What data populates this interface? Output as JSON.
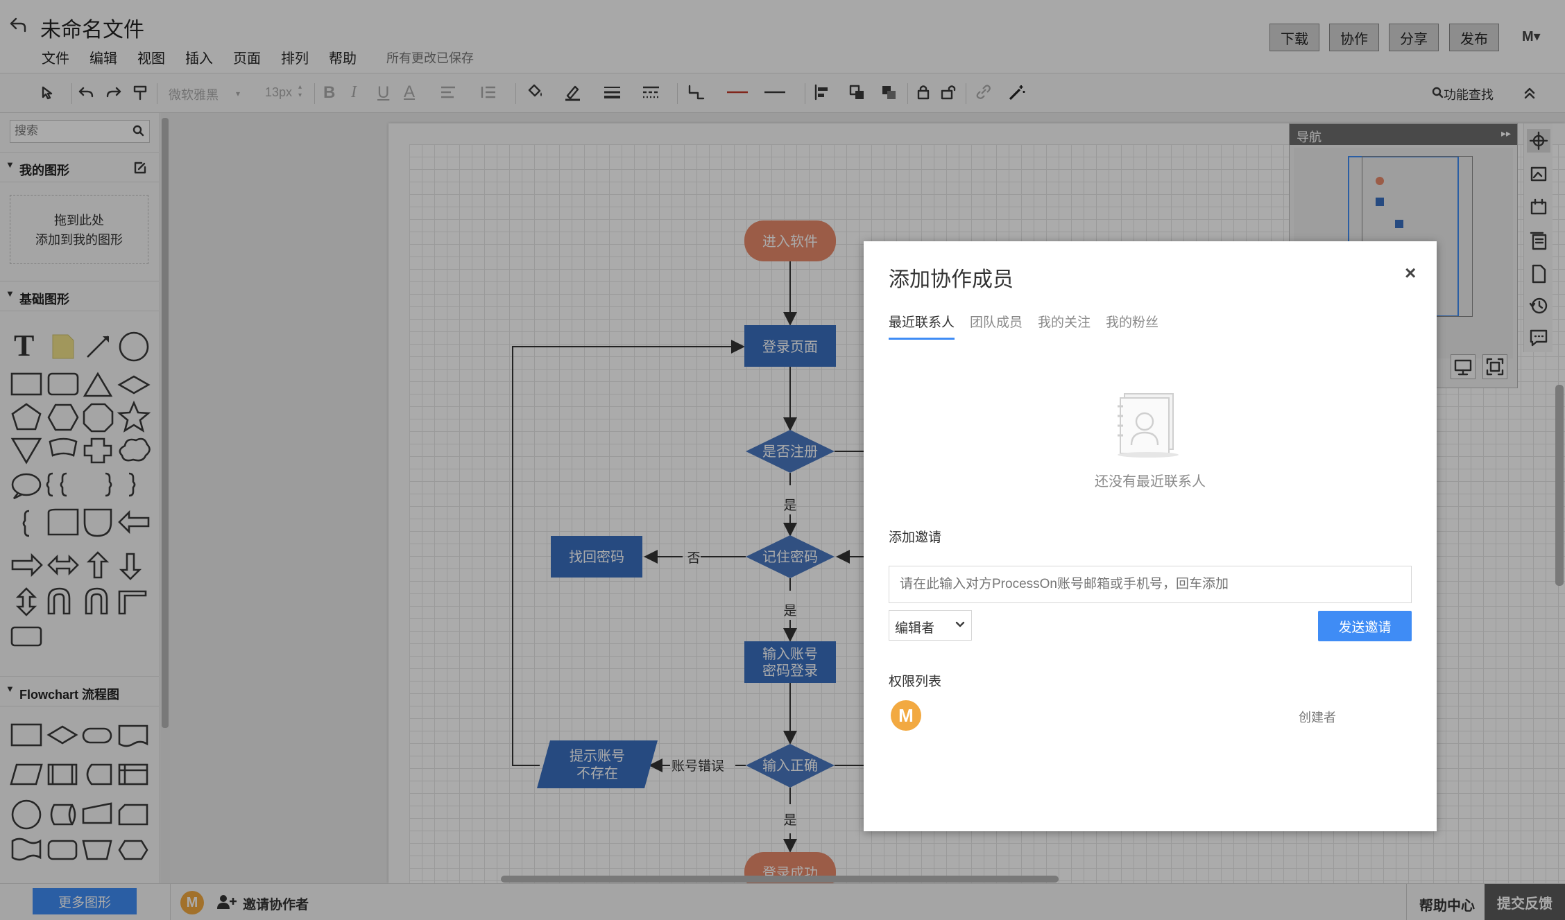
{
  "app": {
    "title": "未命名文件",
    "menu": [
      "文件",
      "编辑",
      "视图",
      "插入",
      "页面",
      "排列",
      "帮助"
    ],
    "save_status": "所有更改已保存",
    "buttons": {
      "download": "下载",
      "collaborate": "协作",
      "share": "分享",
      "publish": "发布"
    },
    "user_initial": "M▾"
  },
  "toolbar": {
    "font": "微软雅黑",
    "font_size": "13px",
    "search_label": "功能查找"
  },
  "sidebar": {
    "search_placeholder": "搜索",
    "my_shapes_title": "我的图形",
    "drop_hint_line1": "拖到此处",
    "drop_hint_line2": "添加到我的图形",
    "basic_title": "基础图形",
    "flowchart_title": "Flowchart 流程图",
    "more_shapes": "更多图形"
  },
  "navigator": {
    "title": "导航"
  },
  "diagram": {
    "nodes": {
      "enter": "进入软件",
      "login_page": "登录页面",
      "registered": "是否注册",
      "remember": "记住密码",
      "find_pwd": "找回密码",
      "input_l1": "输入账号",
      "input_l2": "密码登录",
      "correct": "输入正确",
      "notexist_l1": "提示账号",
      "notexist_l2": "不存在",
      "success": "登录成功"
    },
    "labels": {
      "yes": "是",
      "no": "否",
      "wrong": "账号错误"
    }
  },
  "bottom": {
    "avatar": "M",
    "invite": "邀请协作者",
    "help": "帮助中心",
    "feedback": "提交反馈"
  },
  "dialog": {
    "title": "添加协作成员",
    "close": "×",
    "tabs": [
      "最近联系人",
      "团队成员",
      "我的关注",
      "我的粉丝"
    ],
    "empty_text": "还没有最近联系人",
    "invite_title": "添加邀请",
    "invite_placeholder": "请在此输入对方ProcessOn账号邮箱或手机号，回车添加",
    "role_selected": "编辑者",
    "send_button": "发送邀请",
    "perm_title": "权限列表",
    "perm_avatar": "M",
    "perm_role": "创建者",
    "accent": "#3f8cf5"
  }
}
